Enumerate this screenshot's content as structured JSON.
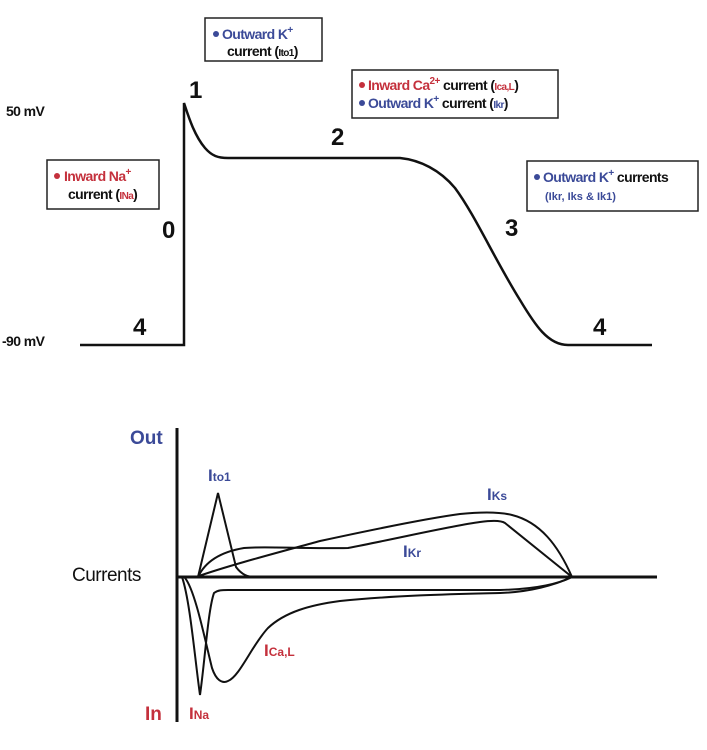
{
  "colors": {
    "outward": "#3b4a98",
    "inward": "#c4303c",
    "line": "#111111"
  },
  "action_potential": {
    "y_labels": {
      "top": "50 mV",
      "bottom": "-90 mV"
    },
    "phases": [
      "0",
      "1",
      "2",
      "3",
      "4",
      "4"
    ],
    "boxes": {
      "phase1": {
        "line1": "Outward K",
        "sup1": "+",
        "line2": "current (",
        "sub2": "Ito1",
        "end2": ")"
      },
      "phase2": {
        "line1": "Inward Ca",
        "sup1": "2+",
        "rest1": " current (",
        "sub1": "Ica,L",
        "end1": ")",
        "line2": "Outward K",
        "sup2": "+",
        "rest2": " current (",
        "sub2": "Ikr",
        "end2": ")"
      },
      "phase0": {
        "line1": "Inward Na",
        "sup1": "+",
        "line2": "current (",
        "sub2": "INa",
        "end2": ")"
      },
      "phase3": {
        "line1": "Outward K",
        "sup1": "+",
        "rest1": " currents",
        "line2": "(Ikr, Iks & Ik1)"
      }
    }
  },
  "currents": {
    "axis_label": "Currents",
    "out_label": "Out",
    "in_label": "In",
    "traces": {
      "ito1": {
        "main": "I",
        "sub": "to1"
      },
      "iks": {
        "main": "I",
        "sub": "Ks"
      },
      "ikr": {
        "main": "I",
        "sub": "Kr"
      },
      "ical": {
        "main": "I",
        "sub": "Ca,L"
      },
      "ina": {
        "main": "I",
        "sub": "Na"
      }
    }
  }
}
